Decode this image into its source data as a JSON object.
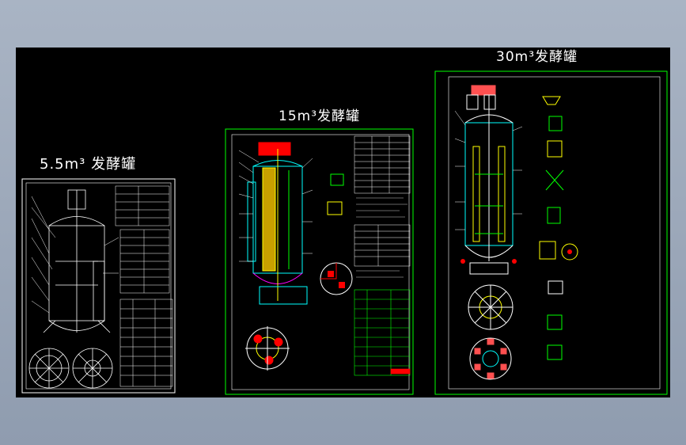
{
  "drawings": [
    {
      "title": "5.5m³ 发酵罐"
    },
    {
      "title": "15m³发酵罐"
    },
    {
      "title": "30m³发酵罐"
    }
  ],
  "colors": {
    "background": "#a0abbc",
    "canvas": "#000000",
    "frame_white": "#ffffff",
    "frame_green": "#00ff00",
    "cyan": "#00ffff",
    "yellow": "#ffff00",
    "red": "#ff0000",
    "magenta": "#ff00ff"
  },
  "icons": [
    "tank-elevation-icon",
    "tank-plan-view-icon",
    "title-block-table-icon",
    "detail-view-icon"
  ]
}
